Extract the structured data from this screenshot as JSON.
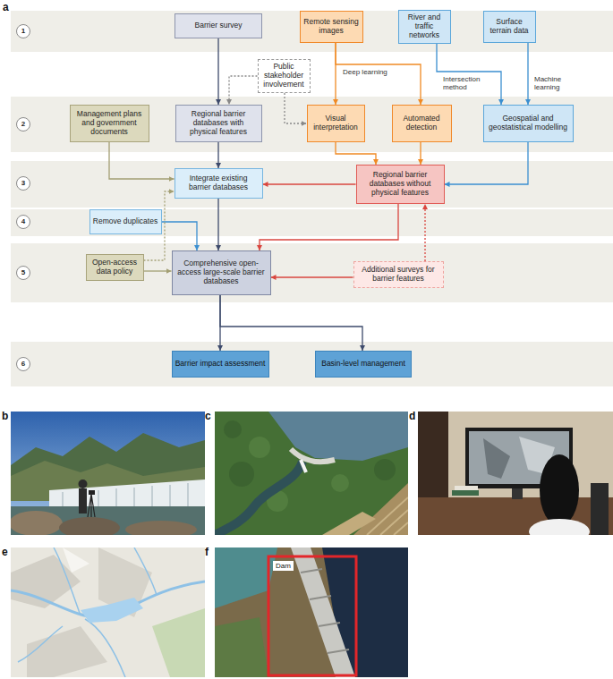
{
  "diagram": {
    "nodes": [
      {
        "text": [
          "1"
        ]
      },
      {
        "text": [
          "Barrier survey"
        ]
      },
      {
        "text": [
          "Remote sensing images"
        ]
      },
      {
        "text": [
          "River and traffic networks"
        ]
      },
      {
        "text": [
          "Surface terrain data"
        ]
      },
      {
        "text": [
          "Public stakeholder involvement"
        ]
      },
      {
        "text": [
          "2"
        ]
      },
      {
        "text": [
          "Management plans and government documents"
        ]
      },
      {
        "text": [
          "Regional barrier databases with physical features"
        ]
      },
      {
        "text": [
          "Visual interpretation"
        ]
      },
      {
        "text": [
          "Automated detection"
        ]
      },
      {
        "text": [
          "Geospatial and geostatistical modelling"
        ]
      },
      {
        "text": [
          "3"
        ]
      },
      {
        "text": [
          "Integrate existing barrier databases"
        ]
      },
      {
        "text": [
          "Regional barrier databases without physical features"
        ]
      },
      {
        "text": [
          "4"
        ]
      },
      {
        "text": [
          "Remove duplicates"
        ]
      },
      {
        "text": [
          "5"
        ]
      },
      {
        "text": [
          "Open-access data policy"
        ]
      },
      {
        "text": [
          "Comprehensive open-access large-scale barrier databases"
        ]
      },
      {
        "text": [
          "Additional surveys for barrier features"
        ]
      },
      {
        "text": [
          "6"
        ]
      },
      {
        "text": [
          "Barrier impact assessment"
        ]
      },
      {
        "text": [
          "Basin-level management"
        ]
      }
    ],
    "edges": [
      {
        "from": 1,
        "to": 8,
        "arrow": "to"
      },
      {
        "from": 5,
        "to": 8,
        "arrow": "to"
      },
      {
        "from": 5,
        "to": 9,
        "arrow": "to"
      },
      {
        "from": 2,
        "to": 9,
        "arrow": "to"
      },
      {
        "from": 2,
        "to": 10,
        "label": "Deep learning",
        "arrow": "to"
      },
      {
        "from": 3,
        "to": 11,
        "label": "Intersection method",
        "arrow": "to"
      },
      {
        "from": 4,
        "to": 11,
        "label": "Machine learning",
        "arrow": "to"
      },
      {
        "from": 7,
        "to": 13,
        "arrow": "to"
      },
      {
        "from": 8,
        "to": 13,
        "arrow": "to"
      },
      {
        "from": 9,
        "to": 14,
        "arrow": "to"
      },
      {
        "from": 10,
        "to": 14,
        "arrow": "to"
      },
      {
        "from": 11,
        "to": 14,
        "arrow": "to"
      },
      {
        "from": 14,
        "to": 13,
        "arrow": "to"
      },
      {
        "from": 13,
        "to": 19,
        "arrow": "to"
      },
      {
        "from": 16,
        "to": 19,
        "arrow": "to"
      },
      {
        "from": 14,
        "to": 19,
        "arrow": "to"
      },
      {
        "from": 20,
        "to": 19,
        "arrow": "to"
      },
      {
        "from": 20,
        "to": 14,
        "arrow": "to"
      },
      {
        "from": 18,
        "to": 19,
        "arrow": "to"
      },
      {
        "from": 18,
        "to": 13,
        "arrow": "to"
      },
      {
        "from": 19,
        "to": 22,
        "arrow": "to"
      },
      {
        "from": 19,
        "to": 23,
        "arrow": "to"
      }
    ],
    "labels": [
      "a",
      "b",
      "c",
      "d",
      "e",
      "f",
      "Dam"
    ]
  }
}
